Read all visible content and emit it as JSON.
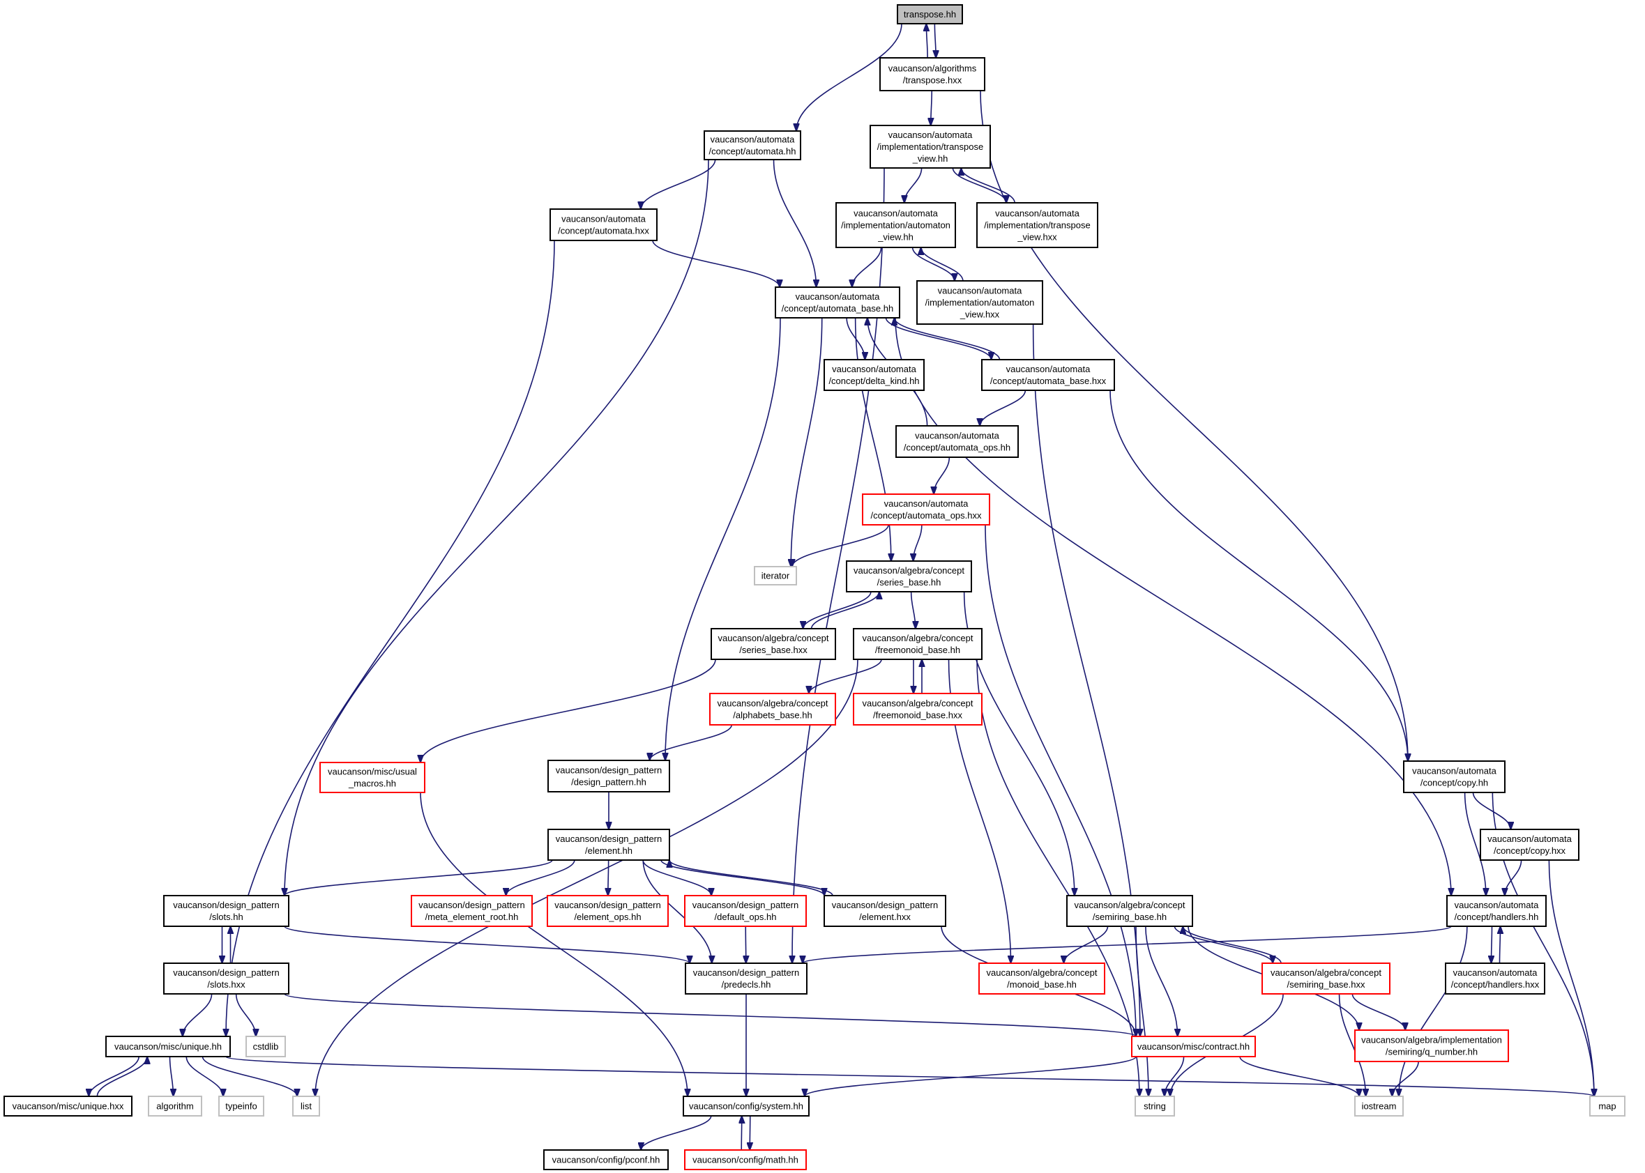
{
  "colors": {
    "edge": "#191970",
    "node_border_documented": "#000000",
    "node_border_incomplete": "#ff0000",
    "node_border_external": "#bfbfbf",
    "root_fill": "#bfbfbf"
  },
  "nodes": [
    {
      "id": "transpose_hh",
      "style": "root",
      "lines": [
        "transpose.hh"
      ]
    },
    {
      "id": "alg_transpose_hxx",
      "style": "normal",
      "lines": [
        "vaucanson/algorithms",
        "/transpose.hxx"
      ]
    },
    {
      "id": "automata_hh",
      "style": "normal",
      "lines": [
        "vaucanson/automata",
        "/concept/automata.hh"
      ]
    },
    {
      "id": "impl_transpose_view_hh",
      "style": "normal",
      "lines": [
        "vaucanson/automata",
        "/implementation/transpose",
        "_view.hh"
      ]
    },
    {
      "id": "automata_hxx",
      "style": "normal",
      "lines": [
        "vaucanson/automata",
        "/concept/automata.hxx"
      ]
    },
    {
      "id": "impl_automaton_view_hh",
      "style": "normal",
      "lines": [
        "vaucanson/automata",
        "/implementation/automaton",
        "_view.hh"
      ]
    },
    {
      "id": "impl_transpose_view_hxx",
      "style": "normal",
      "lines": [
        "vaucanson/automata",
        "/implementation/transpose",
        "_view.hxx"
      ]
    },
    {
      "id": "automata_base_hh",
      "style": "normal",
      "lines": [
        "vaucanson/automata",
        "/concept/automata_base.hh"
      ]
    },
    {
      "id": "impl_automaton_view_hxx",
      "style": "normal",
      "lines": [
        "vaucanson/automata",
        "/implementation/automaton",
        "_view.hxx"
      ]
    },
    {
      "id": "delta_kind_hh",
      "style": "normal",
      "lines": [
        "vaucanson/automata",
        "/concept/delta_kind.hh"
      ]
    },
    {
      "id": "automata_base_hxx",
      "style": "normal",
      "lines": [
        "vaucanson/automata",
        "/concept/automata_base.hxx"
      ]
    },
    {
      "id": "automata_ops_hh",
      "style": "normal",
      "lines": [
        "vaucanson/automata",
        "/concept/automata_ops.hh"
      ]
    },
    {
      "id": "automata_ops_hxx",
      "style": "red",
      "lines": [
        "vaucanson/automata",
        "/concept/automata_ops.hxx"
      ]
    },
    {
      "id": "iterator",
      "style": "gray",
      "lines": [
        "iterator"
      ]
    },
    {
      "id": "series_base_hh",
      "style": "normal",
      "lines": [
        "vaucanson/algebra/concept",
        "/series_base.hh"
      ]
    },
    {
      "id": "series_base_hxx",
      "style": "normal",
      "lines": [
        "vaucanson/algebra/concept",
        "/series_base.hxx"
      ]
    },
    {
      "id": "freemonoid_base_hh",
      "style": "normal",
      "lines": [
        "vaucanson/algebra/concept",
        "/freemonoid_base.hh"
      ]
    },
    {
      "id": "alphabets_base_hh",
      "style": "red",
      "lines": [
        "vaucanson/algebra/concept",
        "/alphabets_base.hh"
      ]
    },
    {
      "id": "freemonoid_base_hxx",
      "style": "red",
      "lines": [
        "vaucanson/algebra/concept",
        "/freemonoid_base.hxx"
      ]
    },
    {
      "id": "usual_macros_hh",
      "style": "red",
      "lines": [
        "vaucanson/misc/usual",
        "_macros.hh"
      ]
    },
    {
      "id": "design_pattern_hh",
      "style": "normal",
      "lines": [
        "vaucanson/design_pattern",
        "/design_pattern.hh"
      ]
    },
    {
      "id": "copy_hh",
      "style": "normal",
      "lines": [
        "vaucanson/automata",
        "/concept/copy.hh"
      ]
    },
    {
      "id": "copy_hxx",
      "style": "normal",
      "lines": [
        "vaucanson/automata",
        "/concept/copy.hxx"
      ]
    },
    {
      "id": "element_hh",
      "style": "normal",
      "lines": [
        "vaucanson/design_pattern",
        "/element.hh"
      ]
    },
    {
      "id": "slots_hh",
      "style": "normal",
      "lines": [
        "vaucanson/design_pattern",
        "/slots.hh"
      ]
    },
    {
      "id": "meta_element_root_hh",
      "style": "red",
      "lines": [
        "vaucanson/design_pattern",
        "/meta_element_root.hh"
      ]
    },
    {
      "id": "element_ops_hh",
      "style": "red",
      "lines": [
        "vaucanson/design_pattern",
        "/element_ops.hh"
      ]
    },
    {
      "id": "default_ops_hh",
      "style": "red",
      "lines": [
        "vaucanson/design_pattern",
        "/default_ops.hh"
      ]
    },
    {
      "id": "element_hxx",
      "style": "normal",
      "lines": [
        "vaucanson/design_pattern",
        "/element.hxx"
      ]
    },
    {
      "id": "semiring_base_hh",
      "style": "normal",
      "lines": [
        "vaucanson/algebra/concept",
        "/semiring_base.hh"
      ]
    },
    {
      "id": "handlers_hh",
      "style": "normal",
      "lines": [
        "vaucanson/automata",
        "/concept/handlers.hh"
      ]
    },
    {
      "id": "slots_hxx",
      "style": "normal",
      "lines": [
        "vaucanson/design_pattern",
        "/slots.hxx"
      ]
    },
    {
      "id": "predecls_hh",
      "style": "normal",
      "lines": [
        "vaucanson/design_pattern",
        "/predecls.hh"
      ]
    },
    {
      "id": "monoid_base_hh",
      "style": "red",
      "lines": [
        "vaucanson/algebra/concept",
        "/monoid_base.hh"
      ]
    },
    {
      "id": "semiring_base_hxx",
      "style": "red",
      "lines": [
        "vaucanson/algebra/concept",
        "/semiring_base.hxx"
      ]
    },
    {
      "id": "handlers_hxx",
      "style": "normal",
      "lines": [
        "vaucanson/automata",
        "/concept/handlers.hxx"
      ]
    },
    {
      "id": "unique_hh",
      "style": "normal",
      "lines": [
        "vaucanson/misc/unique.hh"
      ]
    },
    {
      "id": "cstdlib",
      "style": "gray",
      "lines": [
        "cstdlib"
      ]
    },
    {
      "id": "contract_hh",
      "style": "red",
      "lines": [
        "vaucanson/misc/contract.hh"
      ]
    },
    {
      "id": "q_number_hh",
      "style": "red",
      "lines": [
        "vaucanson/algebra/implementation",
        "/semiring/q_number.hh"
      ]
    },
    {
      "id": "unique_hxx",
      "style": "normal",
      "lines": [
        "vaucanson/misc/unique.hxx"
      ]
    },
    {
      "id": "algorithm",
      "style": "gray",
      "lines": [
        "algorithm"
      ]
    },
    {
      "id": "typeinfo",
      "style": "gray",
      "lines": [
        "typeinfo"
      ]
    },
    {
      "id": "list",
      "style": "gray",
      "lines": [
        "list"
      ]
    },
    {
      "id": "system_hh",
      "style": "normal",
      "lines": [
        "vaucanson/config/system.hh"
      ]
    },
    {
      "id": "string",
      "style": "gray",
      "lines": [
        "string"
      ]
    },
    {
      "id": "iostream",
      "style": "gray",
      "lines": [
        "iostream"
      ]
    },
    {
      "id": "map",
      "style": "gray",
      "lines": [
        "map"
      ]
    },
    {
      "id": "pconf_hh",
      "style": "normal",
      "lines": [
        "vaucanson/config/pconf.hh"
      ]
    },
    {
      "id": "math_hh",
      "style": "red",
      "lines": [
        "vaucanson/config/math.hh"
      ]
    }
  ],
  "edges": [
    [
      "transpose_hh",
      "alg_transpose_hxx"
    ],
    [
      "transpose_hh",
      "automata_hh"
    ],
    [
      "alg_transpose_hxx",
      "transpose_hh"
    ],
    [
      "alg_transpose_hxx",
      "impl_transpose_view_hh"
    ],
    [
      "alg_transpose_hxx",
      "copy_hh"
    ],
    [
      "automata_hh",
      "automata_hxx"
    ],
    [
      "automata_hh",
      "automata_base_hh"
    ],
    [
      "automata_hh",
      "slots_hh"
    ],
    [
      "impl_transpose_view_hh",
      "impl_automaton_view_hh"
    ],
    [
      "impl_transpose_view_hh",
      "impl_transpose_view_hxx"
    ],
    [
      "impl_transpose_view_hh",
      "predecls_hh"
    ],
    [
      "impl_transpose_view_hxx",
      "impl_transpose_view_hh"
    ],
    [
      "automata_hxx",
      "automata_base_hh"
    ],
    [
      "automata_hxx",
      "unique_hh"
    ],
    [
      "impl_automaton_view_hh",
      "automata_base_hh"
    ],
    [
      "impl_automaton_view_hh",
      "impl_automaton_view_hxx"
    ],
    [
      "impl_automaton_view_hxx",
      "impl_automaton_view_hh"
    ],
    [
      "impl_automaton_view_hxx",
      "contract_hh"
    ],
    [
      "automata_base_hh",
      "delta_kind_hh"
    ],
    [
      "automata_base_hh",
      "automata_base_hxx"
    ],
    [
      "automata_base_hh",
      "iterator"
    ],
    [
      "automata_base_hh",
      "series_base_hh"
    ],
    [
      "automata_base_hh",
      "design_pattern_hh"
    ],
    [
      "automata_base_hh",
      "handlers_hh"
    ],
    [
      "automata_base_hxx",
      "automata_base_hh"
    ],
    [
      "automata_base_hxx",
      "automata_ops_hh"
    ],
    [
      "automata_base_hxx",
      "copy_hh"
    ],
    [
      "automata_ops_hh",
      "automata_base_hh"
    ],
    [
      "automata_ops_hh",
      "automata_ops_hxx"
    ],
    [
      "automata_ops_hxx",
      "iterator"
    ],
    [
      "automata_ops_hxx",
      "series_base_hh"
    ],
    [
      "automata_ops_hxx",
      "contract_hh"
    ],
    [
      "series_base_hh",
      "series_base_hxx"
    ],
    [
      "series_base_hh",
      "freemonoid_base_hh"
    ],
    [
      "series_base_hh",
      "semiring_base_hh"
    ],
    [
      "series_base_hxx",
      "series_base_hh"
    ],
    [
      "series_base_hxx",
      "usual_macros_hh"
    ],
    [
      "freemonoid_base_hh",
      "alphabets_base_hh"
    ],
    [
      "freemonoid_base_hh",
      "freemonoid_base_hxx"
    ],
    [
      "freemonoid_base_hh",
      "list"
    ],
    [
      "freemonoid_base_hh",
      "string"
    ],
    [
      "freemonoid_base_hh",
      "monoid_base_hh"
    ],
    [
      "freemonoid_base_hxx",
      "freemonoid_base_hh"
    ],
    [
      "alphabets_base_hh",
      "design_pattern_hh"
    ],
    [
      "usual_macros_hh",
      "system_hh"
    ],
    [
      "design_pattern_hh",
      "element_hh"
    ],
    [
      "element_hh",
      "slots_hh"
    ],
    [
      "element_hh",
      "meta_element_root_hh"
    ],
    [
      "element_hh",
      "element_ops_hh"
    ],
    [
      "element_hh",
      "default_ops_hh"
    ],
    [
      "element_hh",
      "element_hxx"
    ],
    [
      "element_hh",
      "predecls_hh"
    ],
    [
      "element_hxx",
      "element_hh"
    ],
    [
      "element_hxx",
      "contract_hh"
    ],
    [
      "default_ops_hh",
      "predecls_hh"
    ],
    [
      "slots_hh",
      "slots_hxx"
    ],
    [
      "slots_hh",
      "predecls_hh"
    ],
    [
      "slots_hxx",
      "slots_hh"
    ],
    [
      "slots_hxx",
      "unique_hh"
    ],
    [
      "slots_hxx",
      "cstdlib"
    ],
    [
      "slots_hxx",
      "contract_hh"
    ],
    [
      "copy_hh",
      "copy_hxx"
    ],
    [
      "copy_hh",
      "handlers_hh"
    ],
    [
      "copy_hh",
      "map"
    ],
    [
      "copy_hxx",
      "handlers_hh"
    ],
    [
      "copy_hxx",
      "map"
    ],
    [
      "handlers_hh",
      "handlers_hxx"
    ],
    [
      "handlers_hh",
      "predecls_hh"
    ],
    [
      "handlers_hh",
      "iostream"
    ],
    [
      "handlers_hxx",
      "handlers_hh"
    ],
    [
      "semiring_base_hh",
      "monoid_base_hh"
    ],
    [
      "semiring_base_hh",
      "semiring_base_hxx"
    ],
    [
      "semiring_base_hh",
      "contract_hh"
    ],
    [
      "semiring_base_hh",
      "string"
    ],
    [
      "semiring_base_hh",
      "q_number_hh"
    ],
    [
      "semiring_base_hxx",
      "semiring_base_hh"
    ],
    [
      "semiring_base_hxx",
      "q_number_hh"
    ],
    [
      "semiring_base_hxx",
      "string"
    ],
    [
      "semiring_base_hxx",
      "iostream"
    ],
    [
      "q_number_hh",
      "iostream"
    ],
    [
      "predecls_hh",
      "system_hh"
    ],
    [
      "contract_hh",
      "system_hh"
    ],
    [
      "contract_hh",
      "string"
    ],
    [
      "contract_hh",
      "iostream"
    ],
    [
      "unique_hh",
      "unique_hxx"
    ],
    [
      "unique_hh",
      "algorithm"
    ],
    [
      "unique_hh",
      "typeinfo"
    ],
    [
      "unique_hh",
      "list"
    ],
    [
      "unique_hh",
      "map"
    ],
    [
      "unique_hxx",
      "unique_hh"
    ],
    [
      "system_hh",
      "pconf_hh"
    ],
    [
      "system_hh",
      "math_hh"
    ],
    [
      "math_hh",
      "system_hh"
    ]
  ]
}
